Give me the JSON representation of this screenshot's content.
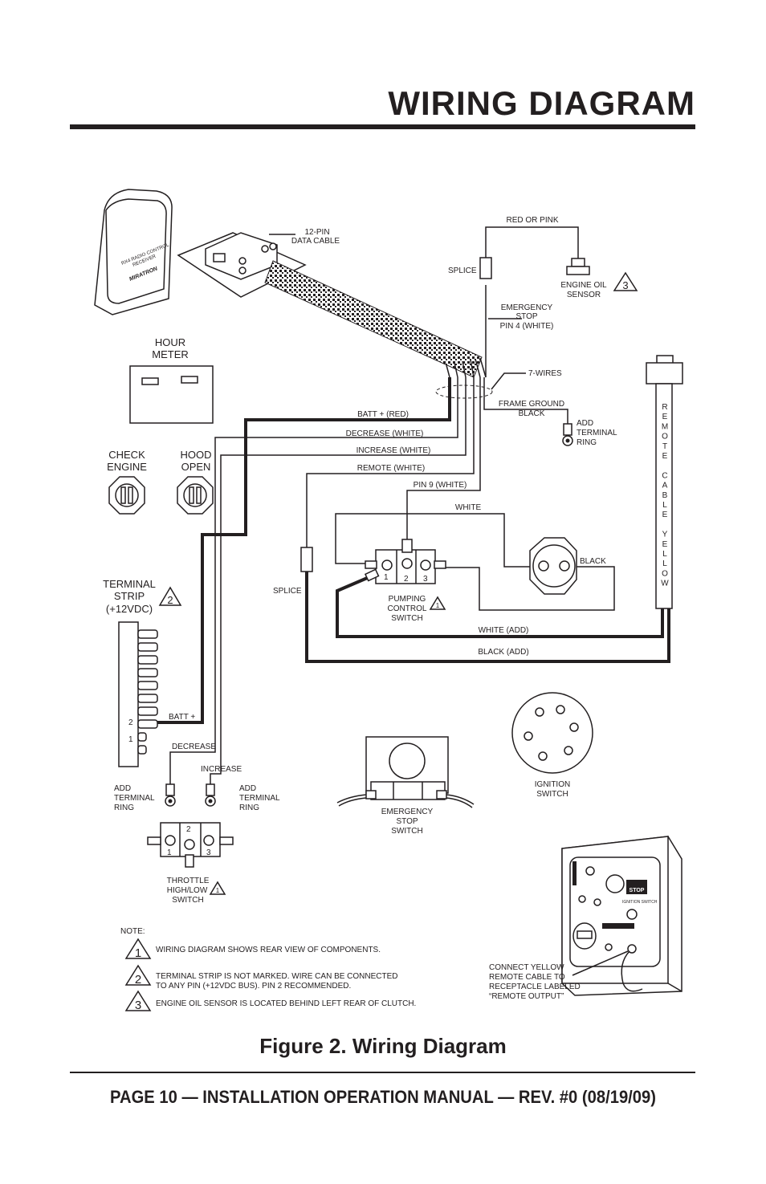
{
  "header": {
    "title": "WIRING DIAGRAM"
  },
  "caption": "Figure 2. Wiring Diagram",
  "footer": "PAGE 10 — INSTALLATION OPERATION MANUAL — REV. #0 (08/19/09)",
  "receiver": {
    "line1": "RX4 RADIO CONTROL",
    "line2": "RECEIVER",
    "brand": "MIRATRON"
  },
  "labels": {
    "data_cable": [
      "12-PIN",
      "DATA CABLE"
    ],
    "red_or_pink": "RED OR PINK",
    "splice_top": "SPLICE",
    "engine_oil_sensor": [
      "ENGINE OIL",
      "SENSOR"
    ],
    "emergency_stop_pin4": [
      "EMERGENCY",
      "STOP",
      "PIN 4 (WHITE)"
    ],
    "seven_wires": "7-WIRES",
    "frame_ground": [
      "FRAME GROUND",
      "BLACK"
    ],
    "add_terminal_ring": [
      "ADD",
      "TERMINAL",
      "RING"
    ],
    "hour_meter": [
      "HOUR",
      "METER"
    ],
    "check_engine": [
      "CHECK",
      "ENGINE"
    ],
    "hood_open": [
      "HOOD",
      "OPEN"
    ],
    "batt_red": "BATT + (RED)",
    "decrease_white": "DECREASE (WHITE)",
    "increase_white": "INCREASE (WHITE)",
    "remote_white": "REMOTE (WHITE)",
    "pin9_white": "PIN 9 (WHITE)",
    "white": "WHITE",
    "black": "BLACK",
    "splice_mid": "SPLICE",
    "pumping_switch": [
      "PUMPING",
      "CONTROL",
      "SWITCH"
    ],
    "pin_numbers": [
      "1",
      "2",
      "3"
    ],
    "white_add": "WHITE (ADD)",
    "black_add": "BLACK (ADD)",
    "remote_cable": "REMOTE CABLE YELLOW",
    "terminal_strip": [
      "TERMINAL",
      "STRIP",
      "(+12VDC)"
    ],
    "strip_pins": [
      "2",
      "1"
    ],
    "batt_plus": "BATT +",
    "decrease": "DECREASE",
    "increase": "INCREASE",
    "throttle_switch": [
      "THROTTLE",
      "HIGH/LOW",
      "SWITCH"
    ],
    "emergency_stop_switch": [
      "EMERGENCY",
      "STOP",
      "SWITCH"
    ],
    "ignition_switch": [
      "IGNITION",
      "SWITCH"
    ],
    "panel_stop": "STOP",
    "panel_ignition": "IGNITION SWITCH",
    "connect_yellow": [
      "CONNECT YELLOW",
      "REMOTE CABLE TO",
      "RECEPTACLE LABELED",
      "“REMOTE OUTPUT”"
    ]
  },
  "markers": {
    "one": "1",
    "two": "2",
    "three": "3"
  },
  "notes": {
    "heading": "NOTE:",
    "items": [
      {
        "num": "1",
        "lines": [
          "WIRING DIAGRAM SHOWS REAR VIEW OF COMPONENTS."
        ]
      },
      {
        "num": "2",
        "lines": [
          "TERMINAL STRIP IS NOT MARKED. WIRE CAN BE CONNECTED",
          "TO ANY PIN (+12VDC BUS). PIN 2 RECOMMENDED."
        ]
      },
      {
        "num": "3",
        "lines": [
          "ENGINE OIL SENSOR IS LOCATED BEHIND LEFT REAR OF CLUTCH."
        ]
      }
    ]
  },
  "colors": {
    "ink": "#231f20",
    "paper": "#ffffff"
  }
}
